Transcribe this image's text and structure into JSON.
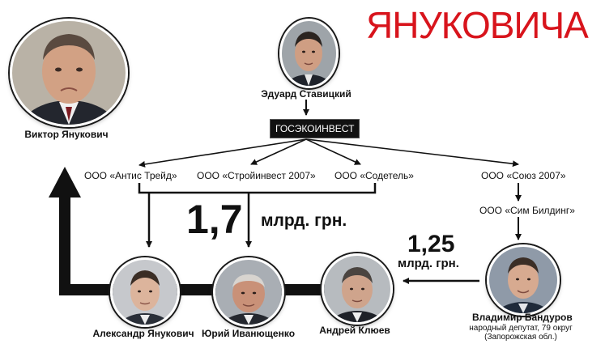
{
  "headline": "ЯНУКОВИЧА",
  "top_person": {
    "name": "Эдуард Ставицкий"
  },
  "holding": {
    "label": "ГОСЭКОИНВЕСТ"
  },
  "companies": {
    "antis": "ООО «Антис Трейд»",
    "stroy": "ООО «Стройинвест 2007»",
    "sodetel": "ООО «Содетель»",
    "soyuz": "ООО «Союз 2007»",
    "sim": "ООО «Сим Билдинг»"
  },
  "amounts": {
    "main": {
      "value": "1,7",
      "unit": "млрд. грн."
    },
    "side": {
      "value": "1,25",
      "unit": "млрд. грн."
    }
  },
  "people": {
    "viktor": {
      "name": "Виктор Янукович"
    },
    "oleksandr": {
      "name": "Александр Янукович"
    },
    "yuriy": {
      "name": "Юрий Иванющенко"
    },
    "andrey": {
      "name": "Андрей Клюев"
    },
    "vladimir": {
      "name": "Владимир Бандуров",
      "caption_1": "народный депутат, 79 округ",
      "caption_2": "(Запорожская обл.)"
    }
  },
  "colors": {
    "headline": "#d8141c",
    "ink": "#111111",
    "box": "#111111"
  }
}
